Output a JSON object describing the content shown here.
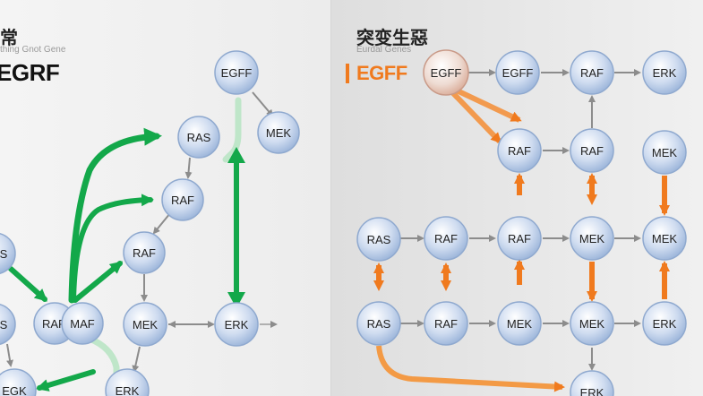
{
  "left": {
    "title_cn": "常",
    "subtitle": "thing Gnot Gene",
    "big_label": "EGRF",
    "nodes": [
      {
        "id": "l_egff",
        "label": "EGFF"
      },
      {
        "id": "l_ras",
        "label": "RAS"
      },
      {
        "id": "l_mek_top",
        "label": "MEK"
      },
      {
        "id": "l_raf1",
        "label": "RAF"
      },
      {
        "id": "l_raf2",
        "label": "RAF"
      },
      {
        "id": "l_s",
        "label": "S"
      },
      {
        "id": "l_s2",
        "label": "S"
      },
      {
        "id": "l_raf3",
        "label": "RAF"
      },
      {
        "id": "l_maf",
        "label": "MAF"
      },
      {
        "id": "l_mek",
        "label": "MEK"
      },
      {
        "id": "l_erk",
        "label": "ERK"
      },
      {
        "id": "l_egk",
        "label": "EGK"
      },
      {
        "id": "l_erk2",
        "label": "ERK"
      }
    ]
  },
  "right": {
    "title_cn": "突变生惡",
    "subtitle": "Eurdal Genes",
    "big_label": "EGFF",
    "nodes": [
      {
        "id": "r_egff0",
        "label": "EGFF"
      },
      {
        "id": "r_egff1",
        "label": "EGFF"
      },
      {
        "id": "r_raf_t",
        "label": "RAF"
      },
      {
        "id": "r_erk_t",
        "label": "ERK"
      },
      {
        "id": "r_raf_2a",
        "label": "RAF"
      },
      {
        "id": "r_raf_2b",
        "label": "RAF"
      },
      {
        "id": "r_mek_2c",
        "label": "MEK"
      },
      {
        "id": "r_ras_3a",
        "label": "RAS"
      },
      {
        "id": "r_raf_3b",
        "label": "RAF"
      },
      {
        "id": "r_raf_3c",
        "label": "RAF"
      },
      {
        "id": "r_mek_3d",
        "label": "MEK"
      },
      {
        "id": "r_mek_3e",
        "label": "MEK"
      },
      {
        "id": "r_ras_4a",
        "label": "RAS"
      },
      {
        "id": "r_raf_4b",
        "label": "RAF"
      },
      {
        "id": "r_mek_4c",
        "label": "MEK"
      },
      {
        "id": "r_mek_4d",
        "label": "MEK"
      },
      {
        "id": "r_erk_4e",
        "label": "ERK"
      },
      {
        "id": "r_erk_5",
        "label": "ERK"
      }
    ]
  },
  "colors": {
    "green": "#13a84a",
    "green_light": "#bfe6c9",
    "orange": "#f07a1e",
    "orange_light": "#f6b074",
    "gray_arrow": "#8c8c8c",
    "node_fill": "#c9d9ef",
    "node_stroke": "#8fa9cf"
  }
}
